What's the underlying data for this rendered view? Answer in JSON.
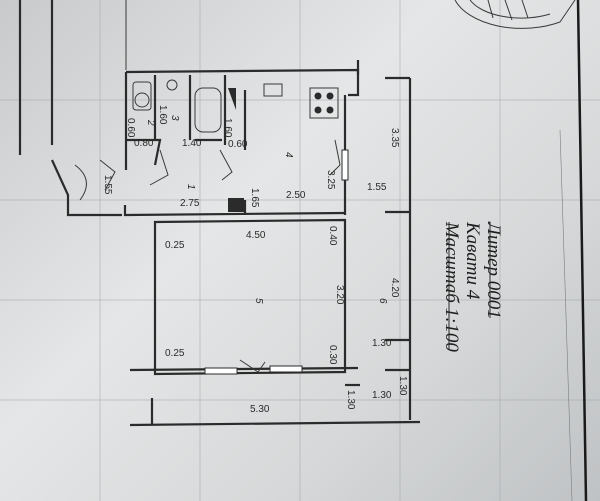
{
  "rooms": [
    {
      "id": "1",
      "label": "1"
    },
    {
      "id": "2",
      "label": "2"
    },
    {
      "id": "3",
      "label": "3"
    },
    {
      "id": "4",
      "label": "4"
    },
    {
      "id": "5",
      "label": "5"
    },
    {
      "id": "6",
      "label": "6"
    }
  ],
  "dimensions": {
    "d_060a": "0.60",
    "d_080": "0.80",
    "d_160a": "1.60",
    "d_140": "1.40",
    "d_160b": "1.60",
    "d_060b": "0.60",
    "d_155a": "1.55",
    "d_275": "2.75",
    "d_165": "1.65",
    "d_250": "2.50",
    "d_325": "3.25",
    "d_155b": "1.55",
    "d_335": "3.35",
    "d_025a": "0.25",
    "d_450": "4.50",
    "d_040": "0.40",
    "d_320": "3.20",
    "d_420": "4.20",
    "d_025b": "0.25",
    "d_030": "0.30",
    "d_130a": "1.30",
    "d_130b": "1.30",
    "d_130c": "1.30",
    "d_130d": "1.30",
    "d_530": "5.30"
  },
  "title_block": {
    "liter": "Литер 0001",
    "floor": "Кавати 4",
    "scale": "Масштаб 1:100"
  },
  "colors": {
    "ink": "#2b2b2b",
    "paper": "#e4e6e7"
  }
}
